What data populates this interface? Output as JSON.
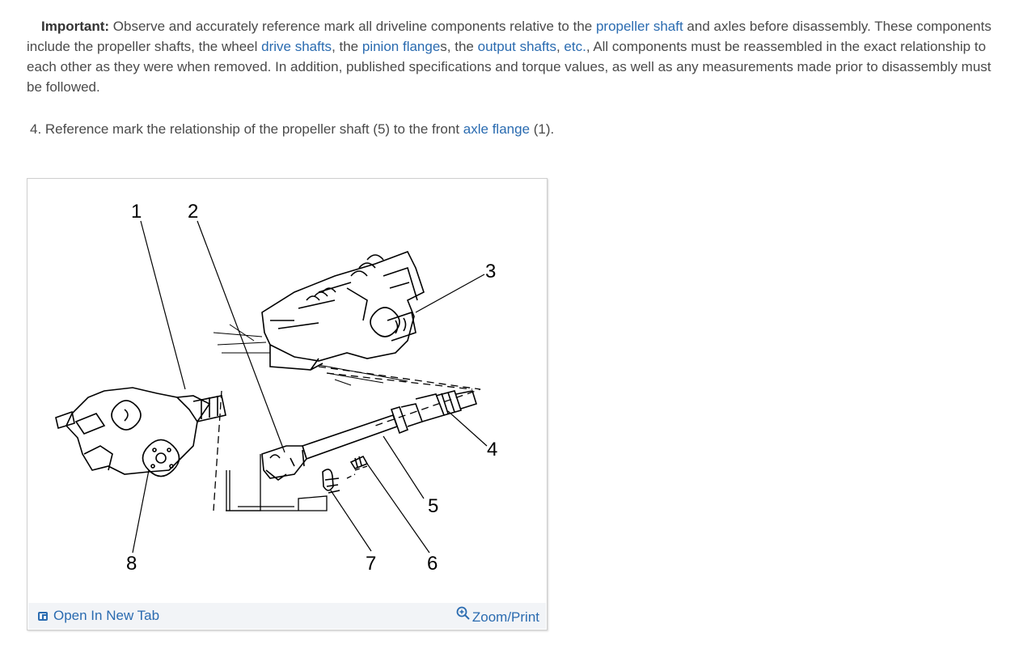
{
  "important": {
    "label": "Important:",
    "t1": " Observe and accurately reference mark all driveline components relative to the ",
    "link_propeller_shaft": "propeller shaft",
    "t2": " and axles before disassembly. These components include the propeller shafts, the wheel ",
    "link_drive_shafts": "drive shafts",
    "t3": ", the ",
    "link_pinion_flanges": "pinion flange",
    "t3b": "s, the ",
    "link_output_shafts": "output shafts",
    "t4": ", ",
    "link_etc": "etc.",
    "t5": ", All components must be reassembled in the exact relationship to each other as they were when removed. In addition, published specifications and torque values, as well as any measurements made prior to disassembly must be followed."
  },
  "step": {
    "text": "4. Reference mark the relationship of the propeller shaft (5) to the front ",
    "link_axle_flange": "axle flange",
    "text_end": " (1)."
  },
  "figure": {
    "callouts": [
      "1",
      "2",
      "3",
      "4",
      "5",
      "6",
      "7",
      "8"
    ],
    "open_new_tab": "Open In New Tab",
    "zoom_print": "Zoom/Print"
  },
  "colors": {
    "link": "#2a6bb0",
    "footer_bg": "#f2f4f7"
  }
}
